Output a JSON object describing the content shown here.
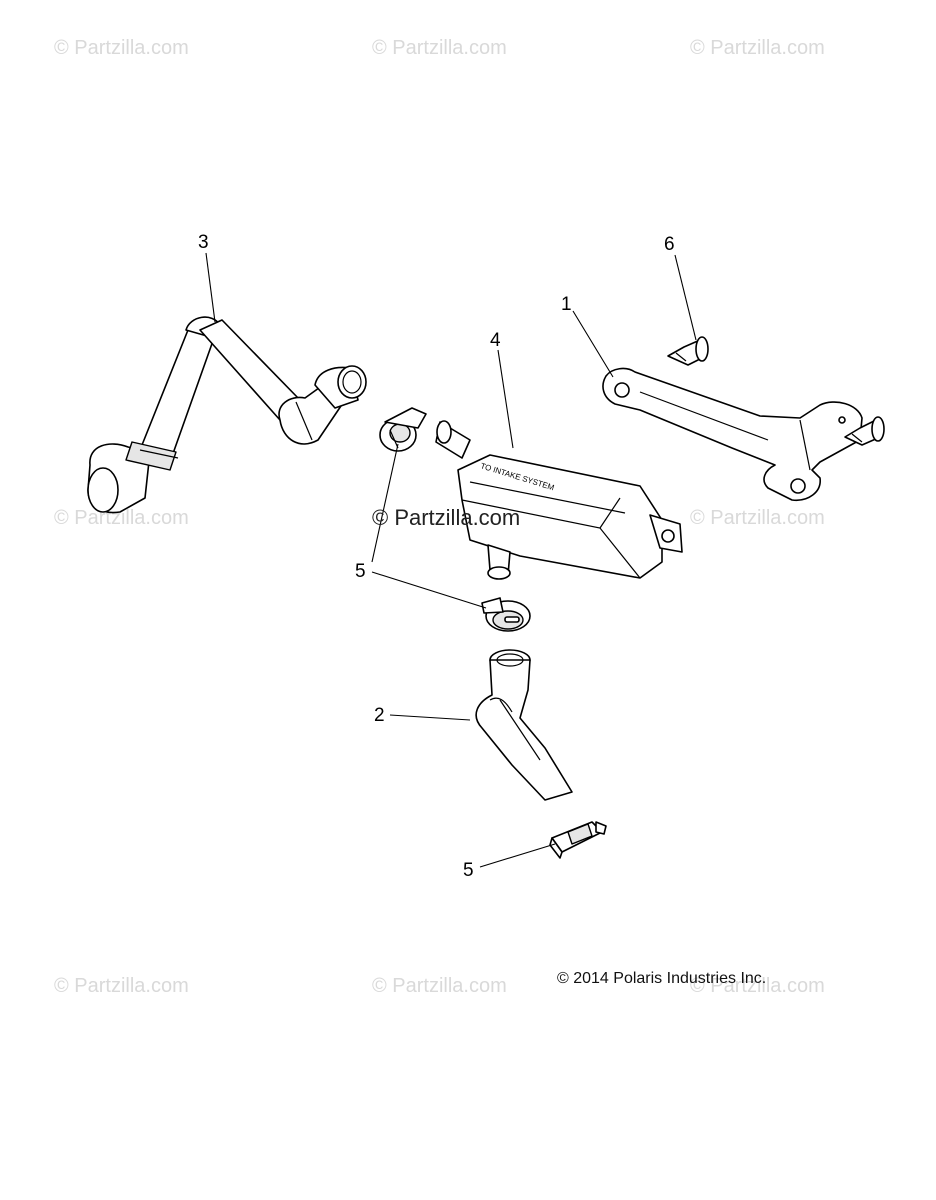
{
  "watermarks": {
    "text": "© Partzilla.com",
    "center_text": "© Partzilla.com"
  },
  "callouts": {
    "c1": "1",
    "c2": "2",
    "c3": "3",
    "c4": "4",
    "c5a": "5",
    "c5b": "5",
    "c6": "6"
  },
  "canister_label": "TO INTAKE SYSTEM",
  "copyright": "© 2014 Polaris Industries Inc."
}
